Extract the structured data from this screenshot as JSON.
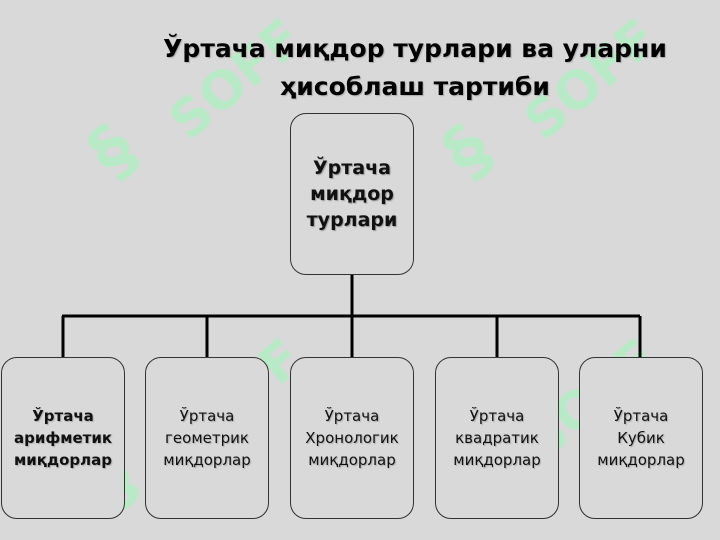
{
  "title": {
    "line1": "Ўртача миқдор турлари ва уларни",
    "line2": "ҳисоблаш тартиби"
  },
  "root": {
    "line1": "Ўртача",
    "line2": "миқдор",
    "line3": "турлари"
  },
  "children": [
    {
      "text": "Ўртача\nарифметик\nмиқдорлар"
    },
    {
      "text": "Ўртача\nгеометрик\nмиқдорлар"
    },
    {
      "text": "Ўртача\nХронологик\nмиқдорлар"
    },
    {
      "text": "Ўртача\nквадратик\nмиқдорлар"
    },
    {
      "text": "Ўртача\nКубик\nмиқдорлар"
    }
  ],
  "watermark": {
    "text": "SOFF",
    "color": "#b6ecc6"
  }
}
